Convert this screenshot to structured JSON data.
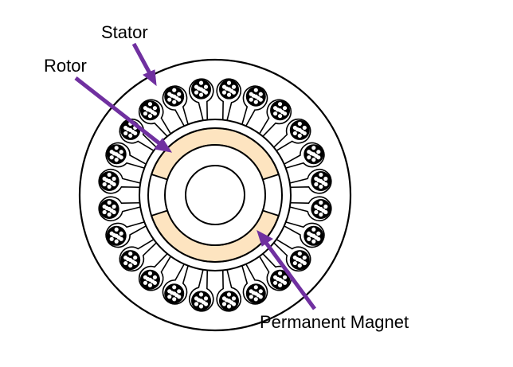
{
  "labels": {
    "stator": "Stator",
    "rotor": "Rotor",
    "magnet": "Permanent Magnet"
  },
  "colors": {
    "outline": "#000000",
    "magnet_fill": "#fde4c0",
    "arrow": "#7030a0",
    "background": "#ffffff"
  },
  "stator_slot_count": 24
}
